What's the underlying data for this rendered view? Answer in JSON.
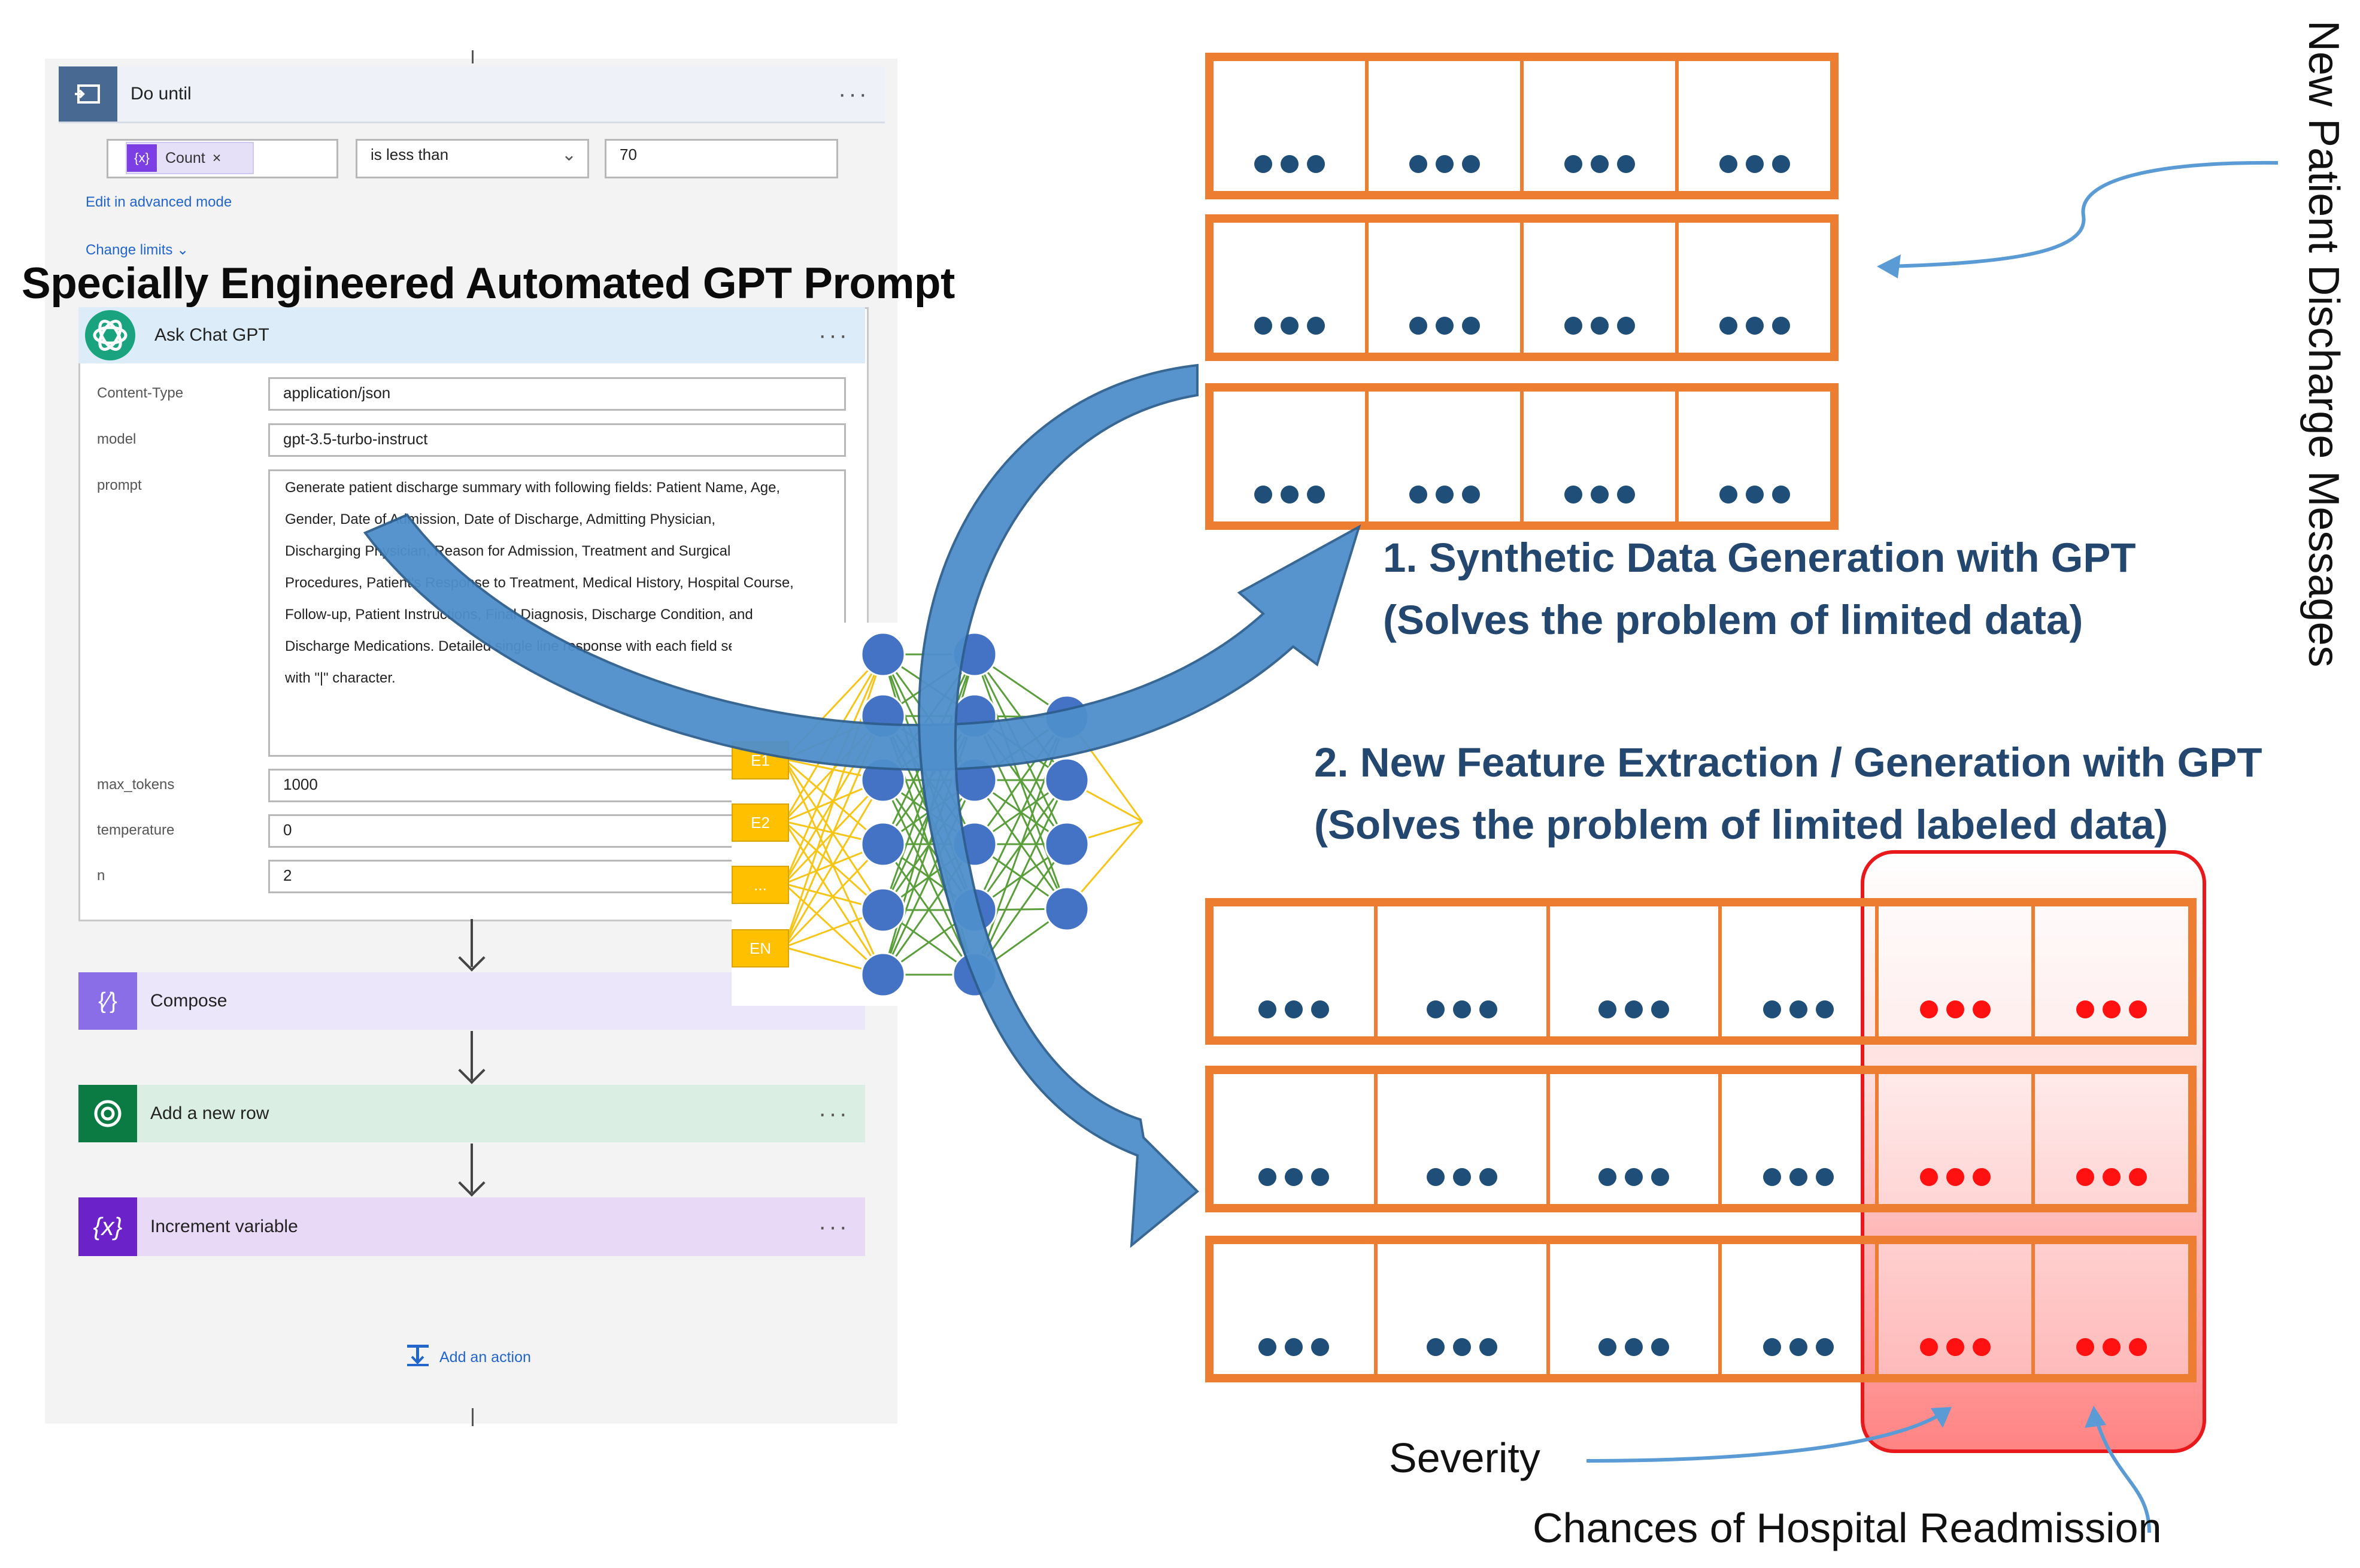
{
  "title_prompt": "Specially Engineered Automated GPT Prompt",
  "do_until": {
    "title": "Do until",
    "more": "···",
    "token_icon": "{x}",
    "token_label": "Count",
    "token_remove": "×",
    "operator": "is less than",
    "value": "70",
    "advanced_link": "Edit in advanced mode",
    "change_limits": "Change limits"
  },
  "ask_chat_gpt": {
    "title": "Ask Chat GPT",
    "more": "···",
    "fields": {
      "content_type_label": "Content-Type",
      "content_type_value": "application/json",
      "model_label": "model",
      "model_value": "gpt-3.5-turbo-instruct",
      "prompt_label": "prompt",
      "prompt_lines": [
        "Generate patient discharge summary with following fields: Patient Name, Age,",
        "Gender, Date of Admission, Date of Discharge, Admitting Physician,",
        "Discharging Physician, Reason for Admission, Treatment and Surgical",
        "Procedures, Patient's Response to Treatment, Medical History, Hospital Course,",
        "Follow-up, Patient Instructions, Final Diagnosis, Discharge Condition, and",
        "Discharge Medications. Detailed single line response with each field separated",
        "with \"|\" character."
      ],
      "max_tokens_label": "max_tokens",
      "max_tokens_value": "1000",
      "temperature_label": "temperature",
      "temperature_value": "0",
      "n_label": "n",
      "n_value": "2"
    }
  },
  "compose": {
    "title": "Compose",
    "icon": "{⁄}"
  },
  "add_row": {
    "title": "Add a new row",
    "more": "···"
  },
  "increment": {
    "title": "Increment variable",
    "icon": "{x}",
    "more": "···"
  },
  "add_action": "Add an action",
  "network_inputs": [
    "E1",
    "E2",
    "...",
    "EN"
  ],
  "label_synthetic_1": "1. Synthetic Data Generation with GPT",
  "label_synthetic_2": "(Solves the problem of limited data)",
  "label_feature_1": "2. New Feature Extraction / Generation with GPT",
  "label_feature_2": "(Solves the problem of limited labeled data)",
  "label_new_messages": "New Patient Discharge Messages",
  "label_severity": "Severity",
  "label_readmission": "Chances of Hospital Readmission",
  "colors": {
    "grid_orange": "#ed7d31",
    "dot_blue": "#1f4e79",
    "dot_red": "#ff1111",
    "arrow_blue": "#4f8fcc",
    "label_blue": "#24476f",
    "neuron_blue": "#4472c4",
    "input_yellow": "#ffc000"
  },
  "icons": [
    "loop-icon",
    "chatgpt-icon",
    "variable-icon",
    "dataverse-icon",
    "add-action-icon"
  ]
}
